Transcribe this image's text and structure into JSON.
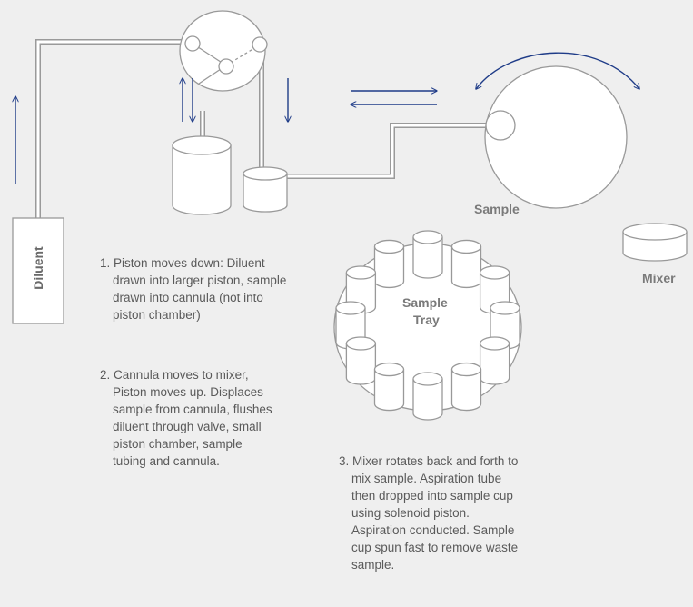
{
  "labels": {
    "diluent": "Diluent",
    "sample": "Sample",
    "mixer": "Mixer",
    "tray_line1": "Sample",
    "tray_line2": "Tray"
  },
  "steps": [
    "1. Piston moves down: Diluent drawn into larger piston, sample drawn into cannula (not into piston chamber)",
    "2. Cannula moves to mixer, Piston moves up. Displaces sample from cannula, flushes diluent through valve, small piston chamber, sample tubing and cannula.",
    "3. Mixer rotates back and forth to mix sample. Aspiration tube then dropped into sample cup using solenoid piston. Aspiration conducted. Sample cup spun fast to remove waste sample."
  ],
  "colors": {
    "background": "#efefef",
    "outline": "#999999",
    "fill": "#ffffff",
    "arrow": "#1f3c88"
  }
}
